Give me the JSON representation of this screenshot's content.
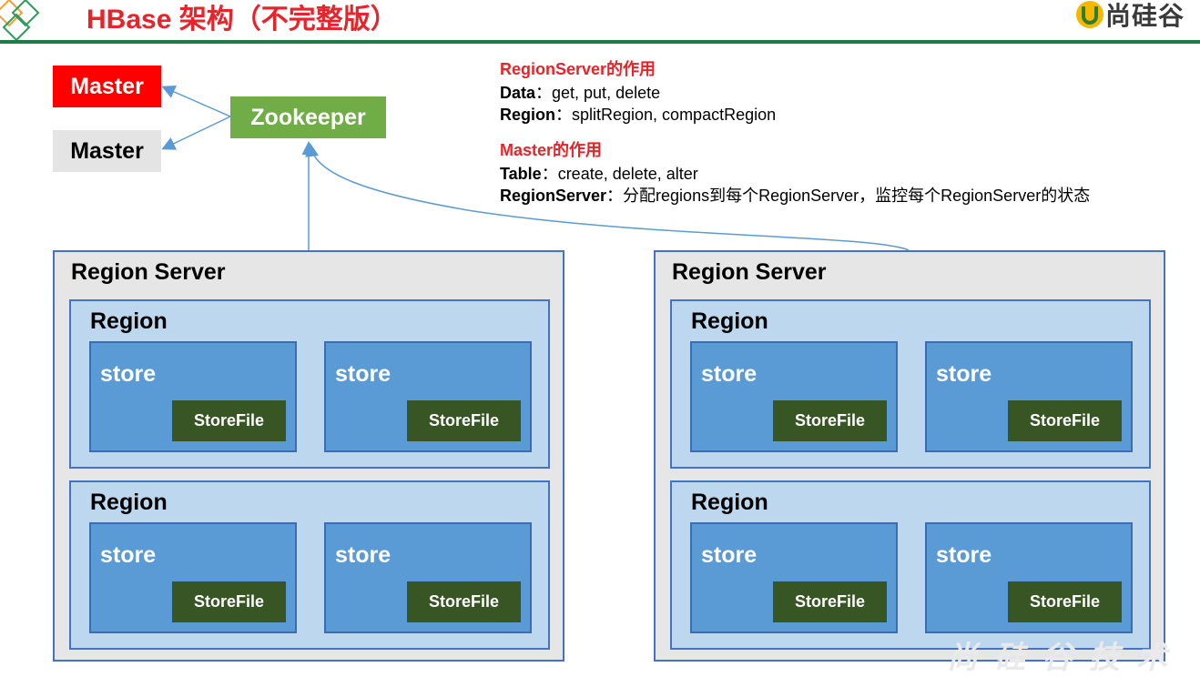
{
  "header": {
    "title": "HBase 架构（不完整版）",
    "logo_text": "尚硅谷",
    "accent_color": "#e8232a",
    "rule_color": "#1f7a45"
  },
  "masters": {
    "active_label": "Master",
    "standby_label": "Master",
    "active_color": "#ff0000",
    "standby_color": "#e4e4e4"
  },
  "zookeeper": {
    "label": "Zookeeper",
    "color": "#71ad47"
  },
  "info": {
    "regionserver_heading": "RegionServer的作用",
    "data_key": "Data",
    "data_value": "get, put, delete",
    "region_key": "Region",
    "region_value": "splitRegion, compactRegion",
    "master_heading": "Master的作用",
    "table_key": "Table",
    "table_value": "create, delete, alter",
    "rs_key": "RegionServer",
    "rs_value": "分配regions到每个RegionServer，监控每个RegionServer的状态",
    "separator": "："
  },
  "servers": [
    {
      "title": "Region Server",
      "regions": [
        {
          "title": "Region",
          "stores": [
            {
              "title": "store",
              "file": "StoreFile"
            },
            {
              "title": "store",
              "file": "StoreFile"
            }
          ]
        },
        {
          "title": "Region",
          "stores": [
            {
              "title": "store",
              "file": "StoreFile"
            },
            {
              "title": "store",
              "file": "StoreFile"
            }
          ]
        }
      ]
    },
    {
      "title": "Region Server",
      "regions": [
        {
          "title": "Region",
          "stores": [
            {
              "title": "store",
              "file": "StoreFile"
            },
            {
              "title": "store",
              "file": "StoreFile"
            }
          ]
        },
        {
          "title": "Region",
          "stores": [
            {
              "title": "store",
              "file": "StoreFile"
            },
            {
              "title": "store",
              "file": "StoreFile"
            }
          ]
        }
      ]
    }
  ],
  "watermark": "尚硅谷技术"
}
